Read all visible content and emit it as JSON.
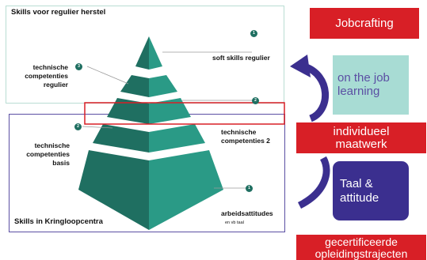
{
  "colors": {
    "red": "#d81f26",
    "teal_light": "#a8dcd4",
    "purple": "#3b2f8f",
    "pyramid_dark": "#1f6f61",
    "pyramid_light": "#2a9a86"
  },
  "top_box": {
    "title": "Skills voor regulier herstel",
    "left_label": [
      "technische",
      "competenties",
      "regulier"
    ],
    "right_label": "soft skills regulier",
    "marker_left": "3",
    "marker_right": "1",
    "marker_mid": "2"
  },
  "bottom_box": {
    "title": "Skills in Kringloopcentra",
    "left_label": [
      "technische",
      "competenties",
      "basis"
    ],
    "right_label": [
      "technische",
      "competenties 2"
    ],
    "bottom_label": "arbeidsattitudes",
    "bottom_sublabel": "en vb taal",
    "marker_left": "2",
    "marker_bottom": "1"
  },
  "side": {
    "jobcrafting": "Jobcrafting",
    "on_the_job": [
      "on the job",
      "learning"
    ],
    "individueel": [
      "individueel",
      "maatwerk"
    ],
    "taal": [
      "Taal &",
      "attitude"
    ],
    "gecertificeerde": [
      "gecertificeerde",
      "opleidingstrajecten"
    ]
  }
}
